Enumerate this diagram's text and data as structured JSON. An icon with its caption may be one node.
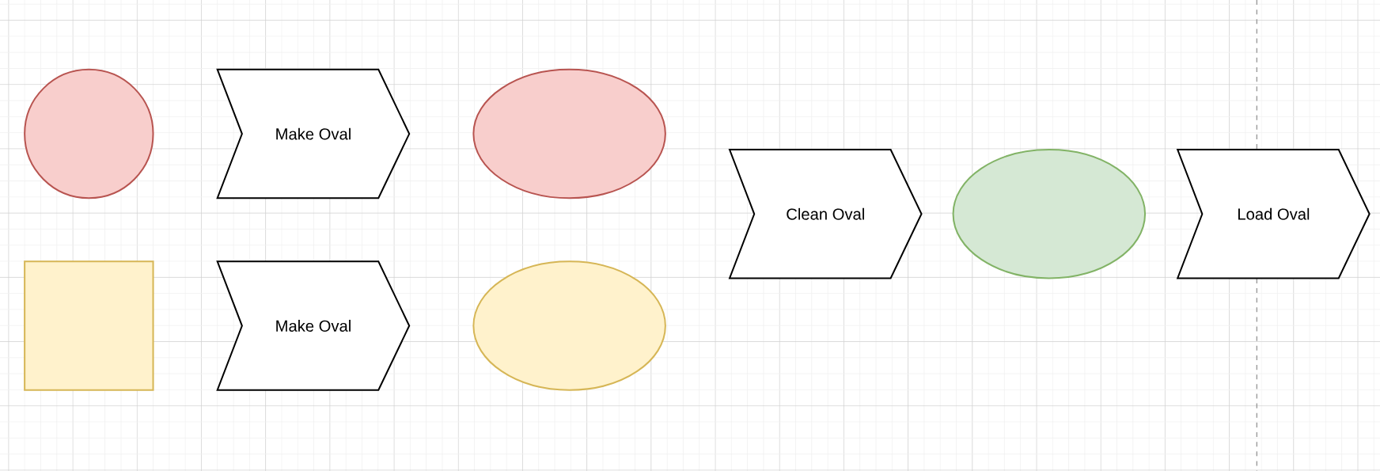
{
  "diagram": {
    "nodes": [
      {
        "text": [],
        "shape": "circle"
      },
      {
        "text": [
          "Make Oval"
        ]
      },
      {
        "text": [],
        "shape": "ellipse"
      },
      {
        "text": [],
        "shape": "box"
      },
      {
        "text": [
          "Make Oval"
        ]
      },
      {
        "text": [],
        "shape": "ellipse"
      },
      {
        "text": [
          "Clean Oval"
        ]
      },
      {
        "text": [],
        "shape": "ellipse"
      },
      {
        "text": [
          "Load Oval"
        ]
      }
    ]
  }
}
